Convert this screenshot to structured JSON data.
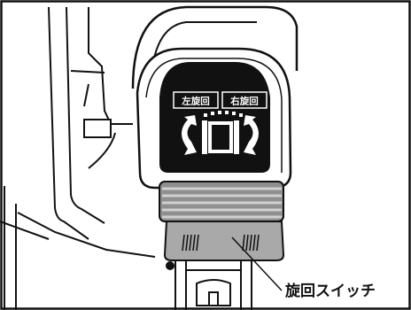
{
  "labels": {
    "left_rotation": "左旋回",
    "right_rotation": "右旋回",
    "callout": "旋回スイッチ"
  },
  "colors": {
    "line": "#111111",
    "panel": "#111111",
    "switch_body": "#8f8f8f",
    "switch_ridges": "#a9a9a9"
  }
}
